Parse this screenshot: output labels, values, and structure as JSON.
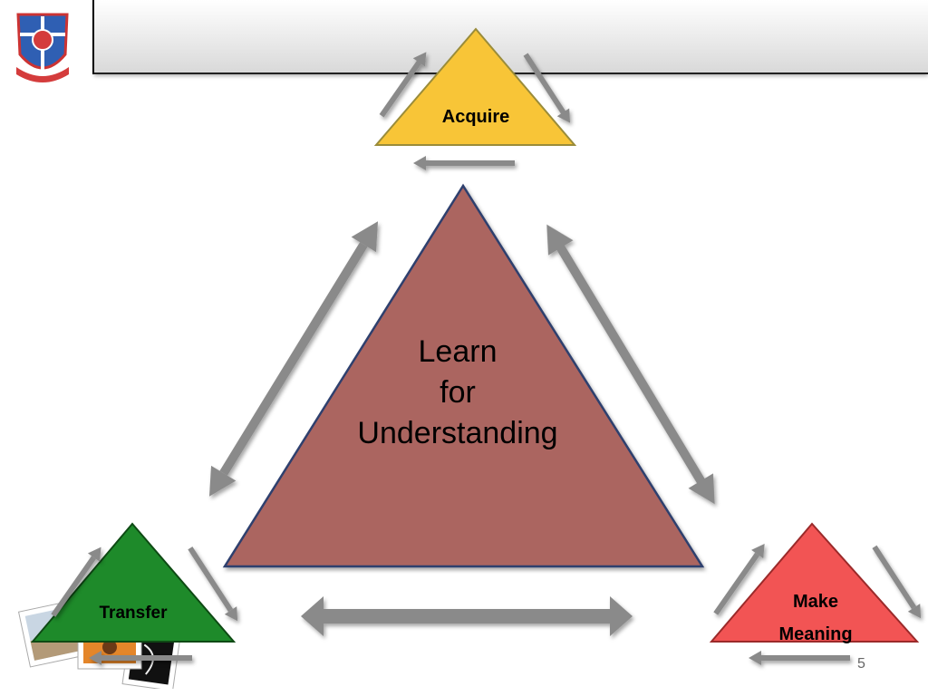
{
  "diagram": {
    "center_lines": [
      "Learn",
      "for",
      "Understanding"
    ],
    "acquire": "Acquire",
    "transfer": "Transfer",
    "make_meaning_lines": [
      "Make",
      "Meaning"
    ]
  },
  "colors": {
    "acquire": "#f8c537",
    "make_meaning": "#f25454",
    "transfer": "#1e8a2a",
    "center": "#ab6561",
    "arrow": "#8a8a8a"
  },
  "footer": {
    "page_number": "5"
  }
}
